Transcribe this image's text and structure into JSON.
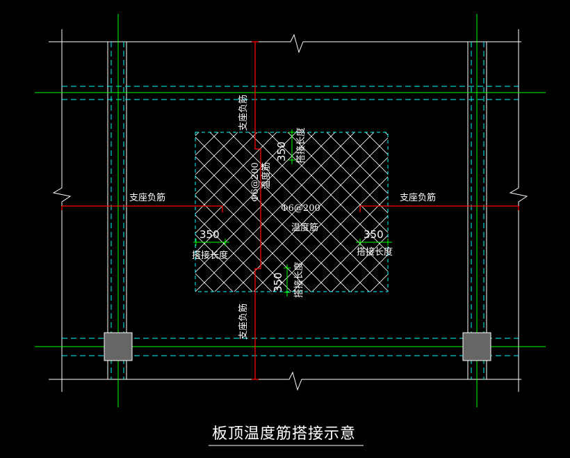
{
  "colors": {
    "background": "#000000",
    "axis": "#00ff00",
    "outline": "#ffffff",
    "dashed": "#00ffff",
    "rebar": "#ff0000",
    "hatch": "#ffffff",
    "column": "#666666"
  },
  "labels": {
    "support_rebar": "支座负筋",
    "temp_rebar_spec": "Φ6@200",
    "temp_rebar": "温度筋",
    "lap_dim": "350",
    "lap_length": "搭接长度"
  },
  "title": "板顶温度筋搭接示意"
}
